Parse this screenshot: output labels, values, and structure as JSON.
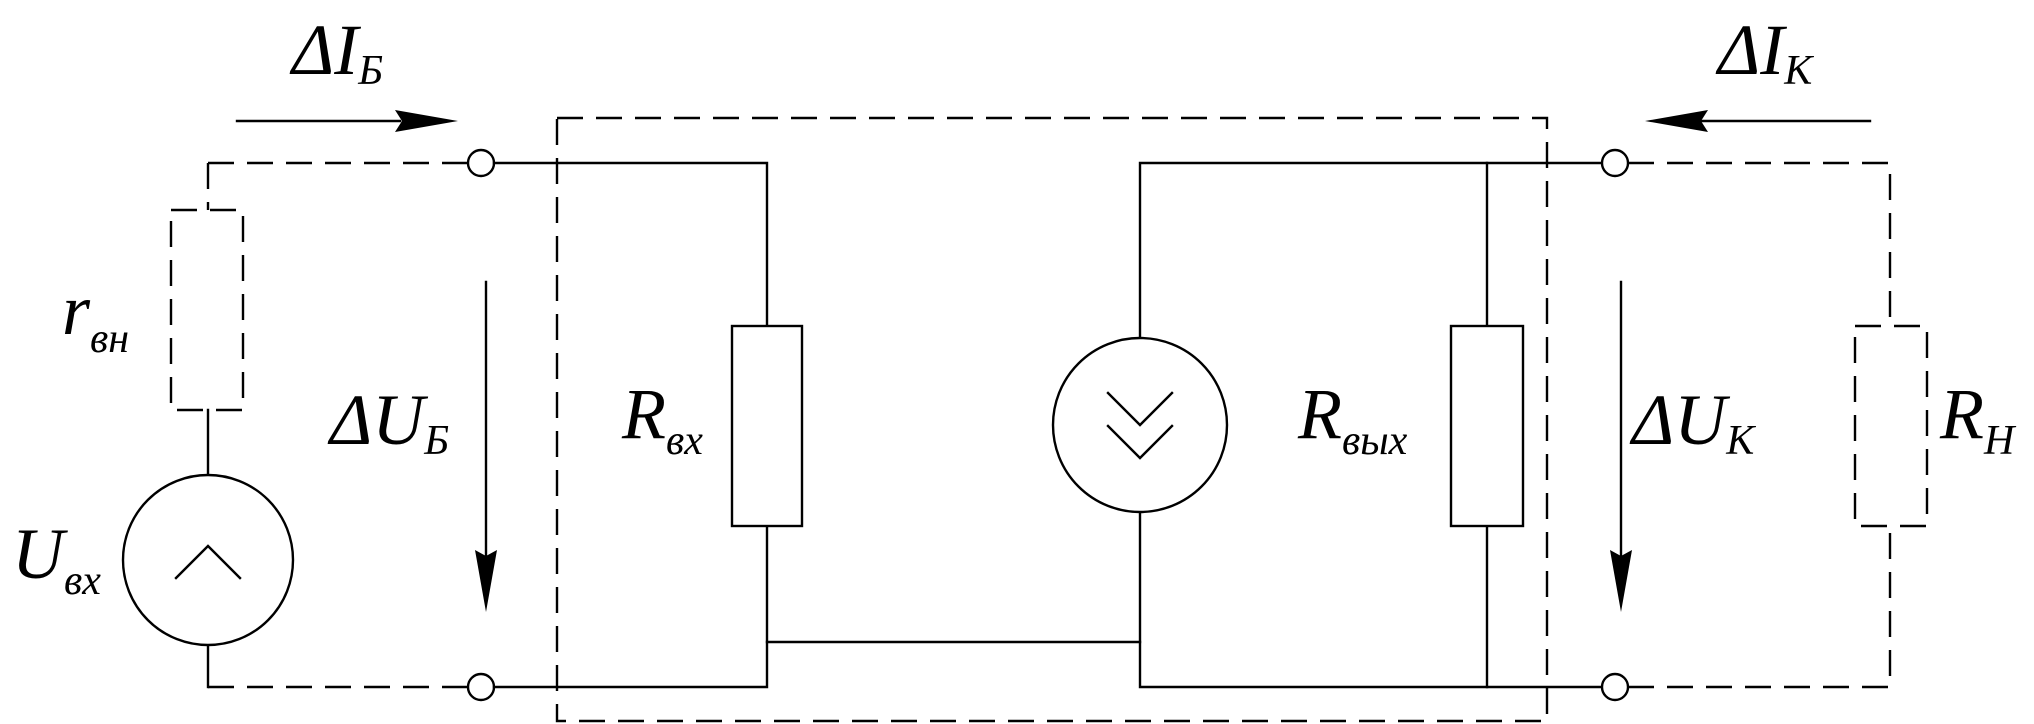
{
  "labels": {
    "delta_i_base": {
      "main": "ΔI",
      "sub": "Б"
    },
    "delta_i_collector": {
      "main": "ΔI",
      "sub": "К"
    },
    "r_internal": {
      "main": "r",
      "sub": "вн"
    },
    "delta_u_base": {
      "main": "ΔU",
      "sub": "Б"
    },
    "r_input": {
      "main": "R",
      "sub": "вх"
    },
    "r_output": {
      "main": "R",
      "sub": "вых"
    },
    "delta_u_collector": {
      "main": "ΔU",
      "sub": "К"
    },
    "r_load": {
      "main": "R",
      "sub": "Н"
    },
    "u_input": {
      "main": "U",
      "sub": "вх"
    }
  }
}
